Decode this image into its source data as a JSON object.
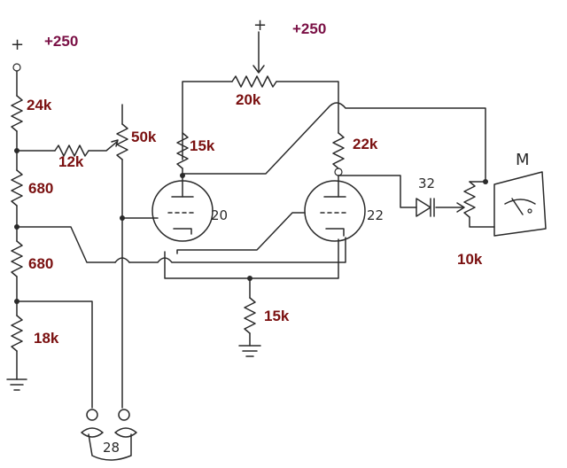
{
  "supply": {
    "left_label": "+250",
    "top_label": "+250",
    "plus_sign": "+"
  },
  "resistors": {
    "r_24k": "24k",
    "r_680_a": "680",
    "r_680_b": "680",
    "r_18k": "18k",
    "r_12k": "12k",
    "pot_50k": "50k",
    "pot_20k": "20k",
    "r_15k_plate": "15k",
    "r_22k_plate": "22k",
    "r_15k_cathode": "15k",
    "pot_10k": "10k"
  },
  "tubes": {
    "left_tube": "20",
    "right_tube": "22"
  },
  "diode": {
    "label": "32"
  },
  "meter": {
    "label": "M"
  },
  "probe": {
    "label": "28"
  }
}
